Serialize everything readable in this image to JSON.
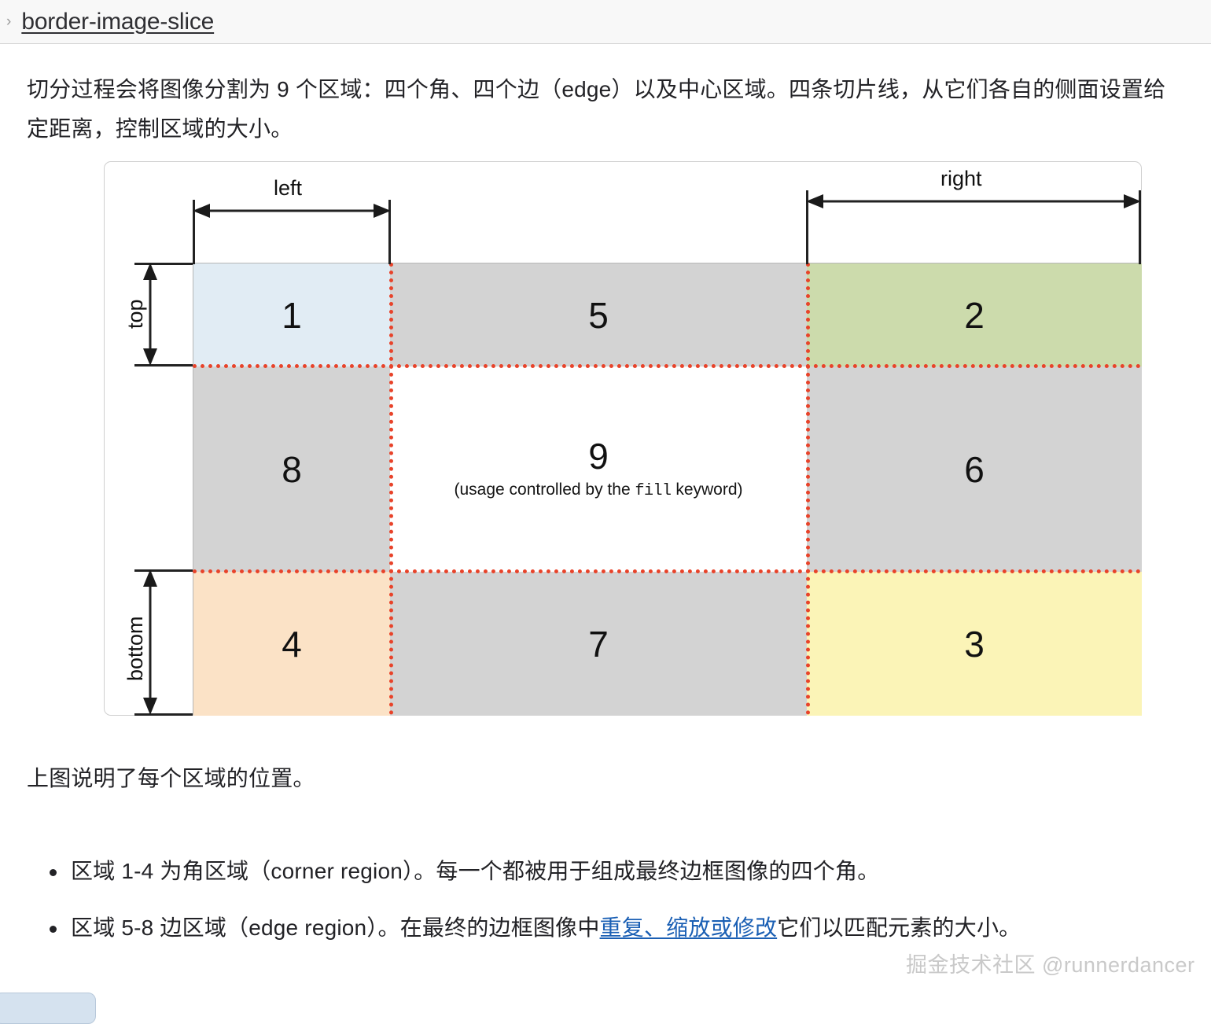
{
  "header": {
    "chevron_icon": "chevron-right-icon",
    "breadcrumb_link": "border-image-slice"
  },
  "intro_paragraph": "切分过程会将图像分割为 9 个区域：四个角、四个边（edge）以及中心区域。四条切片线，从它们各自的侧面设置给定距离，控制区域的大小。",
  "figure": {
    "dimensions": {
      "left": "left",
      "right": "right",
      "top": "top",
      "bottom": "bottom"
    },
    "regions": [
      {
        "num": "1",
        "color": "#e1ecf4",
        "role": "corner-top-left"
      },
      {
        "num": "5",
        "color": "#d3d3d3",
        "role": "edge-top"
      },
      {
        "num": "2",
        "color": "#ccdbac",
        "role": "corner-top-right"
      },
      {
        "num": "8",
        "color": "#d3d3d3",
        "role": "edge-left"
      },
      {
        "num": "9",
        "color": "#ffffff",
        "role": "center"
      },
      {
        "num": "6",
        "color": "#d3d3d3",
        "role": "edge-right"
      },
      {
        "num": "4",
        "color": "#fbe2c6",
        "role": "corner-bottom-left"
      },
      {
        "num": "7",
        "color": "#d3d3d3",
        "role": "edge-bottom"
      },
      {
        "num": "3",
        "color": "#fbf4b7",
        "role": "corner-bottom-right"
      }
    ],
    "center_note_prefix": "(usage controlled by the ",
    "center_note_code": "fill",
    "center_note_suffix": " keyword)",
    "slice_line_color": "#e8432a"
  },
  "caption_paragraph": "上图说明了每个区域的位置。",
  "bullets": [
    {
      "text_before": "区域 1-4 为角区域（corner region）。每一个都被用于组成最终边框图像的四个角。",
      "link": "",
      "text_after": ""
    },
    {
      "text_before": "区域 5-8 边区域（edge region）。在最终的边框图像中",
      "link": "重复、缩放或修改",
      "text_after": "它们以匹配元素的大小。"
    }
  ],
  "watermark": "掘金技术社区 @runnerdancer"
}
